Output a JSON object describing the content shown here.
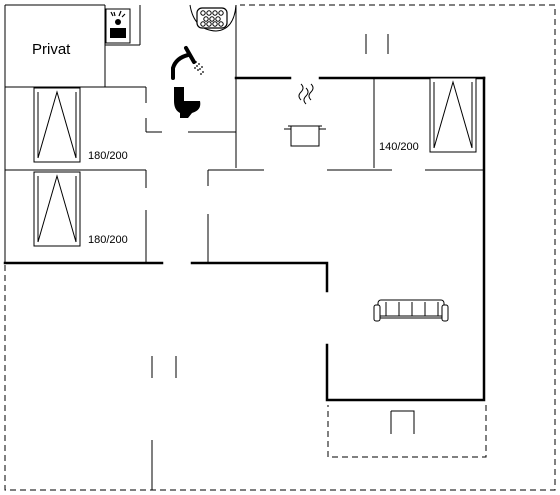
{
  "rooms": {
    "privat_label": "Privat",
    "bed_1_label": "180/200",
    "bed_2_label": "180/200",
    "bed_3_label": "140/200"
  },
  "colors": {
    "wall": "#000000",
    "background": "#ffffff"
  },
  "icons": [
    "sauna-icon",
    "whirlpool-icon",
    "shower-icon",
    "toilet-icon",
    "cooking-pot-icon",
    "sofa-icon",
    "bed-icon"
  ]
}
